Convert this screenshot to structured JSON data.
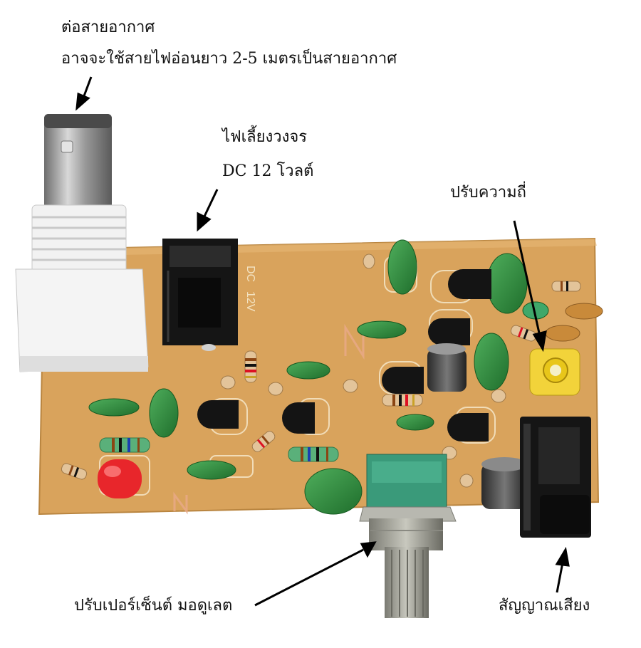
{
  "annotations": {
    "antenna_title": "ต่อสายอากาศ",
    "antenna_note": "อาจจะใช้สายไฟอ่อนยาว 2-5 เมตรเป็นสายอากาศ",
    "power_title": "ไฟเลี้ยงวงจร",
    "power_note": "DC 12 โวลต์",
    "freq_adjust": "ปรับความถี่",
    "modulation_adjust": "ปรับเปอร์เซ็นต์ มอดูเลต",
    "audio_signal": "สัญญาณเสียง"
  },
  "board_print": {
    "dc": "DC",
    "voltage": "12V"
  },
  "colors": {
    "pcb": "#d9a35c",
    "capacitor_green": "#2e8b3e",
    "led_red": "#e8262b",
    "connector_white": "#f2f2f2",
    "jack_black": "#151515",
    "pot_green": "#3a9a7a"
  }
}
